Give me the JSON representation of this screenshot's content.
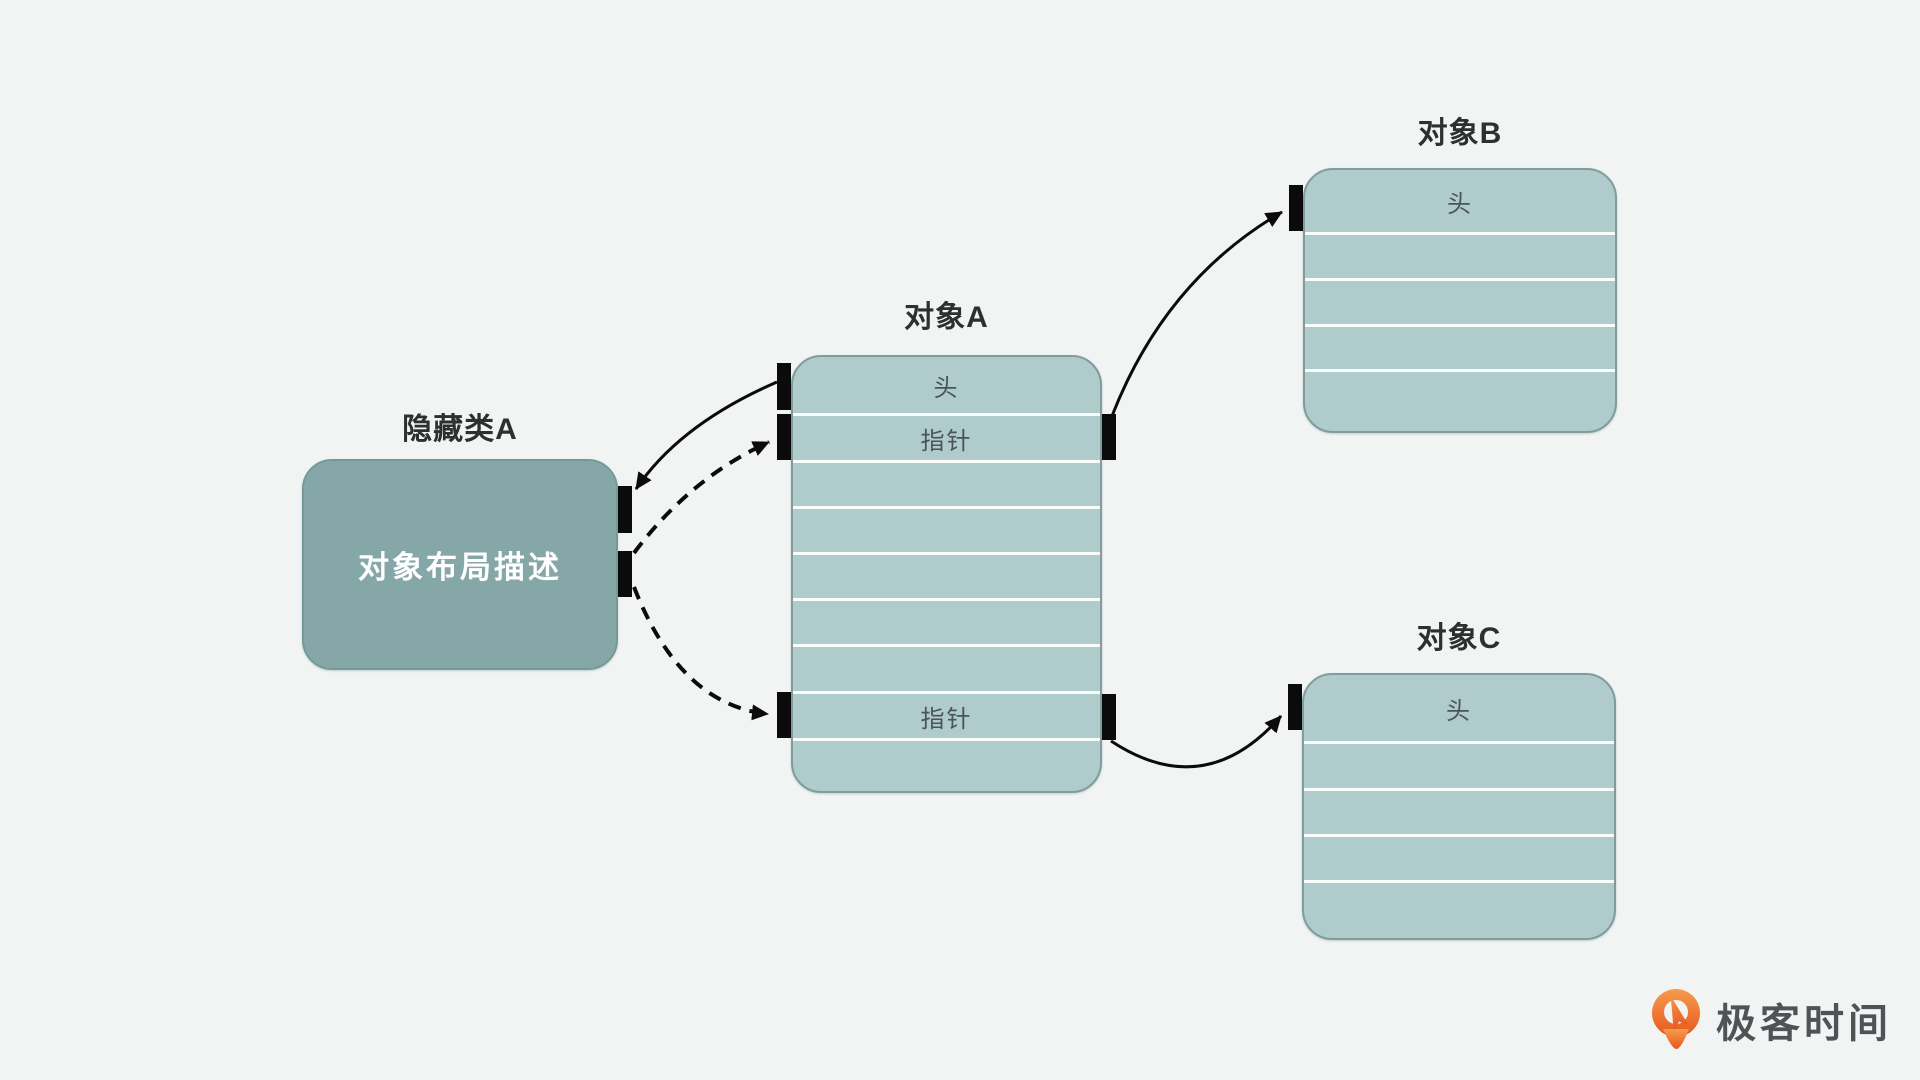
{
  "canvas": {
    "background": "#f2f4f4"
  },
  "nodes": {
    "hidden_class_a": {
      "title": "隐藏类A",
      "label": "对象布局描述",
      "fill": "#85a7a7",
      "text_color": "#ffffff"
    },
    "object_a": {
      "title": "对象A",
      "rows": [
        "头",
        "指针",
        "",
        "",
        "",
        "",
        "",
        "指针",
        ""
      ]
    },
    "object_b": {
      "title": "对象B",
      "rows": [
        "头",
        "",
        "",
        "",
        ""
      ]
    },
    "object_c": {
      "title": "对象C",
      "rows": [
        "头",
        "",
        "",
        "",
        ""
      ]
    }
  },
  "edges": [
    {
      "from": "object_a.head",
      "to": "hidden_class_a",
      "style": "solid"
    },
    {
      "from": "hidden_class_a",
      "to": "object_a.pointer_1",
      "style": "dashed"
    },
    {
      "from": "hidden_class_a",
      "to": "object_a.pointer_2",
      "style": "dashed"
    },
    {
      "from": "object_a.pointer_1",
      "to": "object_b.head",
      "style": "solid"
    },
    {
      "from": "object_a.pointer_2",
      "to": "object_c.head",
      "style": "solid"
    }
  ],
  "style": {
    "background": "#f2f4f4",
    "light_box_fill": "#afcbcb",
    "box_border": "#7f9d9d",
    "row_divider": "#fafcfc",
    "title_text": "#2d2f30",
    "row_text": "#4a5557",
    "port_and_arrow": "#0b0b0b"
  },
  "logo": {
    "text": "极客时间",
    "icon": "geektime-pin-q-icon",
    "orange": "#ed6a2c",
    "text_color": "#4f5356"
  }
}
